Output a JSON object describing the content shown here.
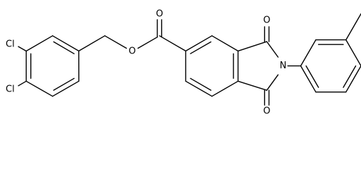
{
  "molecule": {
    "atoms": {
      "cl_top": "Cl",
      "cl_bottom": "Cl",
      "o_ester": "O",
      "o_carbonyl": "O",
      "o_imide_top": "O",
      "o_imide_bottom": "O",
      "n_imide": "N"
    }
  }
}
